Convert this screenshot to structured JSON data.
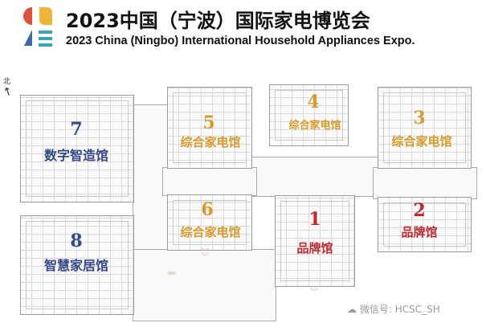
{
  "header": {
    "title_cn": "2023中国（宁波）国际家电博览会",
    "title_en": "2023 China (Ningbo) International Household Appliances Expo."
  },
  "compass": {
    "label": "北"
  },
  "halls": [
    {
      "number": "7",
      "name": "数字智造馆"
    },
    {
      "number": "8",
      "name": "智慧家居馆"
    },
    {
      "number": "5",
      "name": "综合家电馆"
    },
    {
      "number": "6",
      "name": "综合家电馆"
    },
    {
      "number": "4",
      "name": "综合家电馆"
    },
    {
      "number": "3",
      "name": "综合家电馆"
    },
    {
      "number": "2",
      "name": "品牌馆"
    },
    {
      "number": "1",
      "name": "品牌馆"
    }
  ],
  "watermark": "微信号: HCSC_SH",
  "colors": {
    "digital": "#33478a",
    "general": "#d99a2b",
    "brand": "#c0272d"
  }
}
